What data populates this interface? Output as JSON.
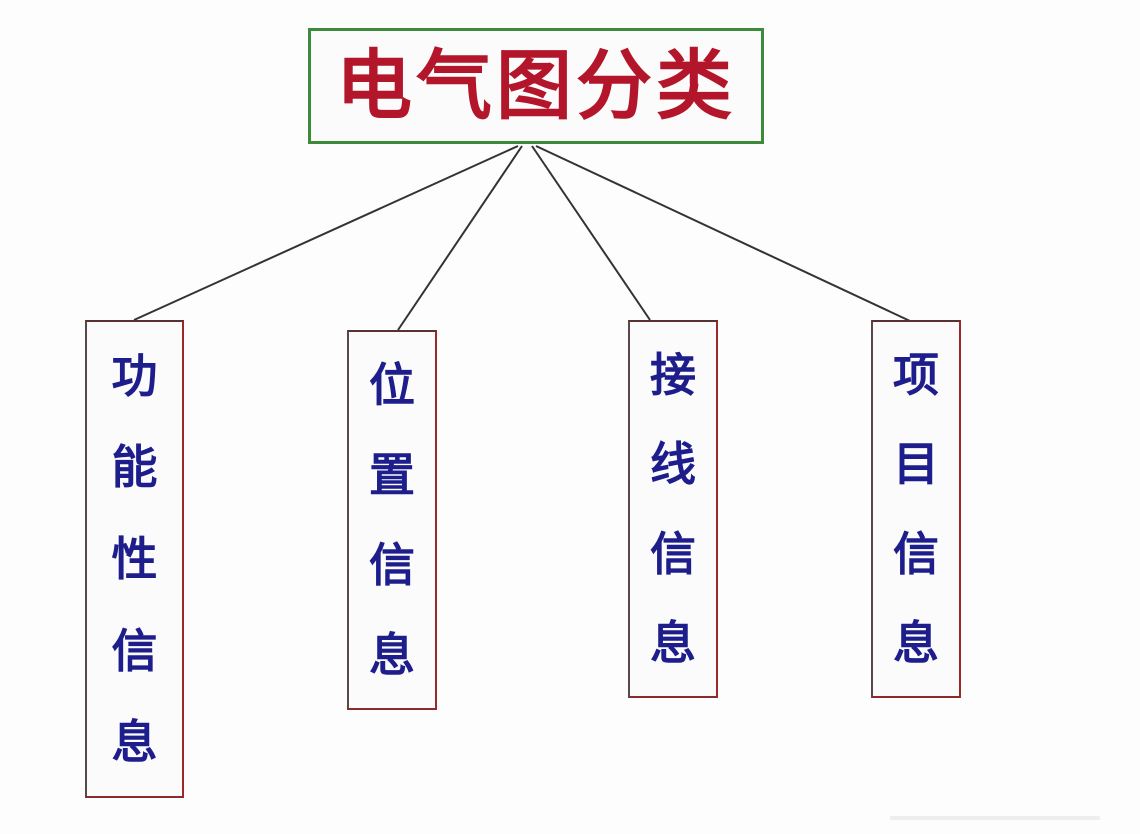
{
  "diagram": {
    "root": {
      "label": "电气图分类",
      "color": "#b3162a",
      "border_color": "#3c8a3a"
    },
    "children": [
      {
        "id": "functional",
        "label": "功能性信息",
        "chars": [
          "功",
          "能",
          "性",
          "信",
          "息"
        ]
      },
      {
        "id": "position",
        "label": "位置信息",
        "chars": [
          "位",
          "置",
          "信",
          "息"
        ]
      },
      {
        "id": "wiring",
        "label": "接线信息",
        "chars": [
          "接",
          "线",
          "信",
          "息"
        ]
      },
      {
        "id": "project",
        "label": "项目信息",
        "chars": [
          "项",
          "目",
          "信",
          "息"
        ]
      }
    ],
    "child_text_color": "#1d1d8c",
    "child_border_color": "#9a2a2a",
    "edges": [
      {
        "from": "root",
        "to": "functional"
      },
      {
        "from": "root",
        "to": "position"
      },
      {
        "from": "root",
        "to": "wiring"
      },
      {
        "from": "root",
        "to": "project"
      }
    ]
  }
}
